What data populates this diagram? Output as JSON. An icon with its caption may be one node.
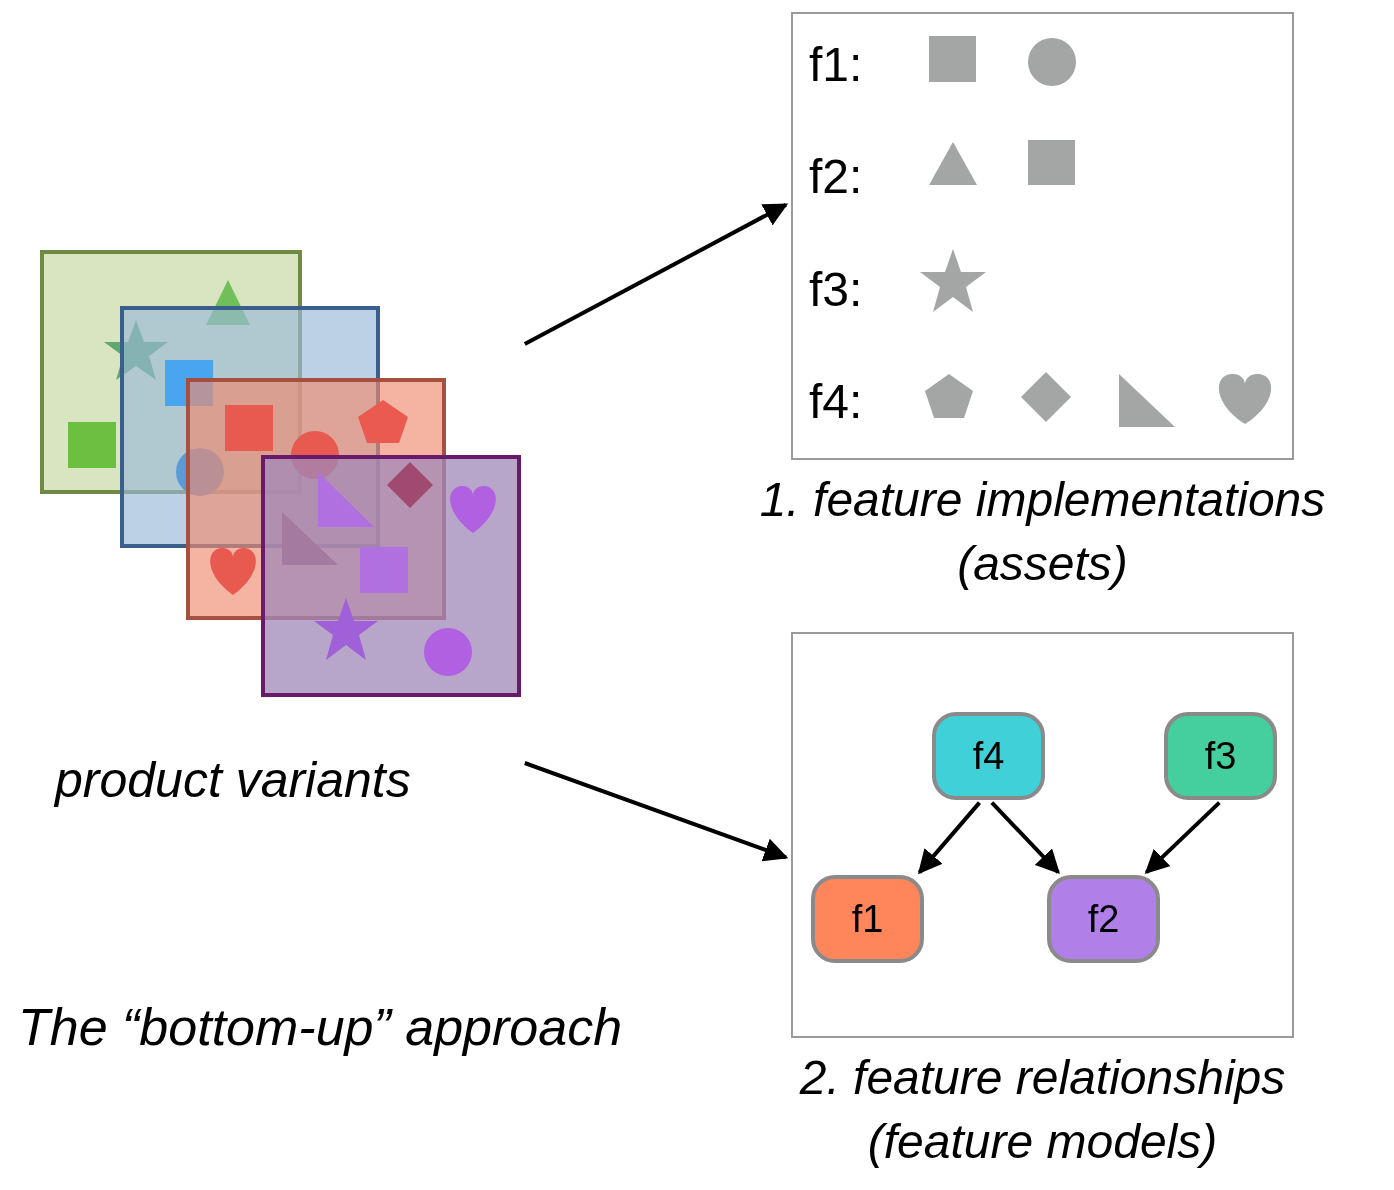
{
  "diagram": {
    "title": "The “bottom-up” approach",
    "nodes": [
      {
        "text": [],
        "shape": "picture",
        "beside": [
          "product variants"
        ]
      },
      {
        "text": [
          "f1:",
          "f2:",
          "f3:",
          "f4:"
        ],
        "beside": [
          "1. feature implementations (assets)"
        ]
      },
      {
        "text": [],
        "shape": "box",
        "beside": [
          "2. feature relationships (feature models)"
        ]
      },
      {
        "text": [
          "f4"
        ],
        "in": 2
      },
      {
        "text": [
          "f3"
        ],
        "in": 2
      },
      {
        "text": [
          "f1"
        ],
        "in": 2
      },
      {
        "text": [
          "f2"
        ],
        "in": 2
      }
    ],
    "edges": [
      {
        "from": 0,
        "to": 1,
        "arrow": "to"
      },
      {
        "from": 0,
        "to": 2,
        "arrow": "to"
      },
      {
        "from": 3,
        "to": 5,
        "arrow": "to"
      },
      {
        "from": 3,
        "to": 6,
        "arrow": "to"
      },
      {
        "from": 4,
        "to": 6,
        "arrow": "to"
      }
    ]
  }
}
